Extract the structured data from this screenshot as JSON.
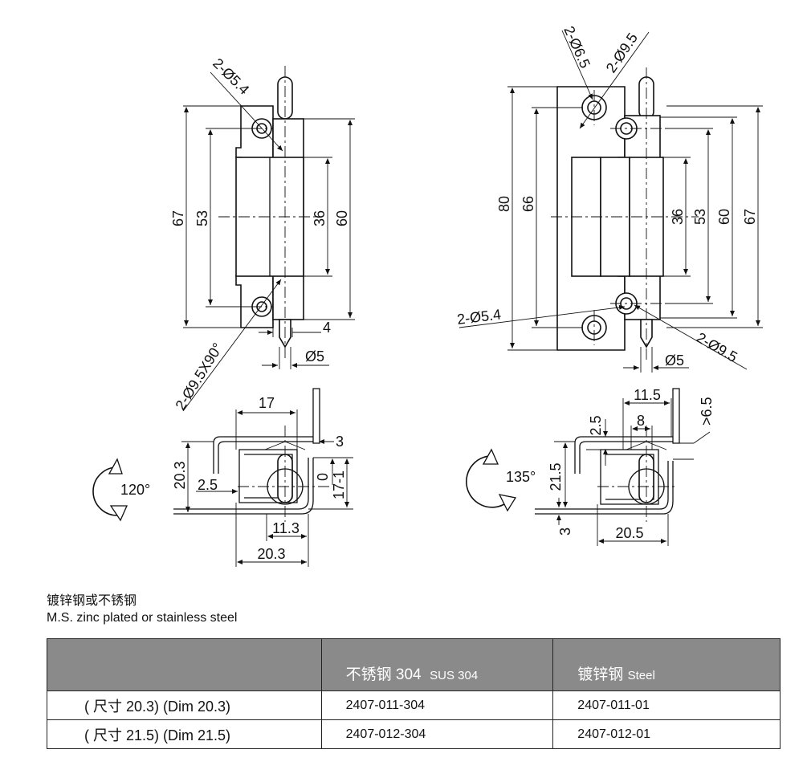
{
  "drawing": {
    "labels": {
      "hole_54_top": "2-Ø5.4",
      "hole_countersink": "2-Ø9.5X90°",
      "dim_67": "67",
      "dim_53": "53",
      "dim_36": "36",
      "dim_60": "60",
      "dim_4": "4",
      "dim_pin5": "Ø5",
      "hole_65": "2-Ø6.5",
      "hole_95_top": "2-Ø9.5",
      "dim_80": "80",
      "dim_66": "66",
      "dim_36_r": "36",
      "dim_53_r": "53",
      "dim_60_r": "60",
      "dim_67_r": "67",
      "hole_54_r": "2-Ø5.4",
      "dim_pin5_r": "Ø5",
      "hole_95_bot": "2-Ø9.5",
      "sec_17": "17",
      "sec_3": "3",
      "sec_203_v": "20.3",
      "sec_25": "2.5",
      "sec_0": "0",
      "sec_171": "17-1",
      "sec_113": "11.3",
      "sec_203_h": "20.3",
      "angle_120": "120°",
      "sec_115": "11.5",
      "sec_25_r": "2.5",
      "sec_8": "8",
      "sec_65": ">6.5",
      "sec_215": "21.5",
      "sec_3_r": "3",
      "sec_205": "20.5",
      "angle_135": "135°"
    }
  },
  "caption": {
    "material_cn": "镀锌钢或不锈钢",
    "material_en": "M.S. zinc plated or stainless steel"
  },
  "table": {
    "header": {
      "col1": "",
      "col2_main": "不锈钢 304",
      "col2_sub": "SUS 304",
      "col3_main": "镀锌钢",
      "col3_sub": "Steel"
    },
    "rows": [
      {
        "model": "( 尺寸 20.3) (Dim 20.3)",
        "sus": "2407-011-304",
        "steel": "2407-011-01"
      },
      {
        "model": "( 尺寸 21.5) (Dim 21.5)",
        "sus": "2407-012-304",
        "steel": "2407-012-01"
      }
    ]
  }
}
